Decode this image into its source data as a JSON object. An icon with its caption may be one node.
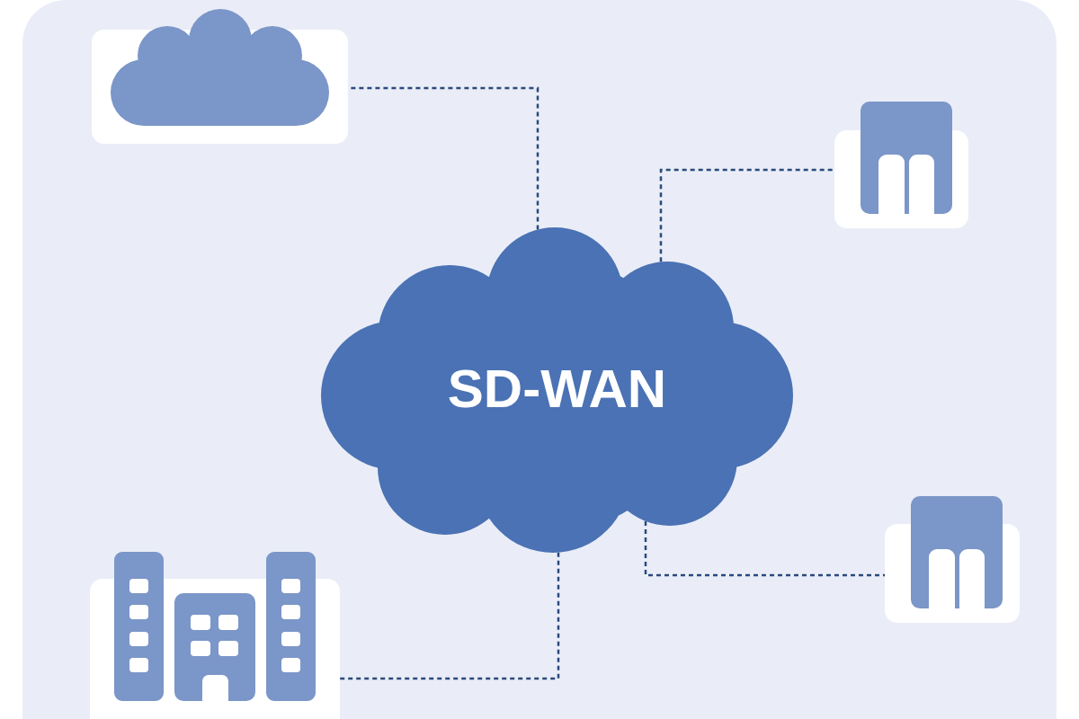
{
  "diagram": {
    "nodes": [
      {
        "text": [],
        "shape": "cloud"
      },
      {
        "text": [],
        "shape": "box"
      },
      {
        "text": [
          "SD-WAN"
        ]
      },
      {
        "text": [],
        "shape": "box"
      },
      {
        "text": [],
        "shape": "picture"
      }
    ],
    "edges": [
      {
        "from": 2,
        "to": 0,
        "arrow": "none",
        "style": "dashed"
      },
      {
        "from": 2,
        "to": 1,
        "arrow": "none",
        "style": "dashed"
      },
      {
        "from": 2,
        "to": 3,
        "arrow": "none",
        "style": "dashed"
      },
      {
        "from": 2,
        "to": 4,
        "arrow": "none",
        "style": "dashed"
      }
    ]
  }
}
